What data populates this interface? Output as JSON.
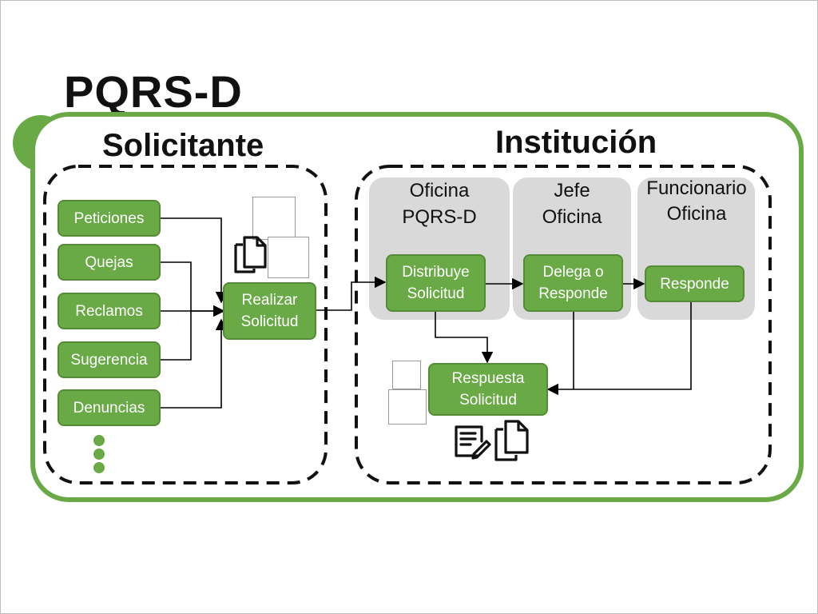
{
  "title": "PQRS-D",
  "sections": {
    "solicitante": "Solicitante",
    "institucion": "Institución"
  },
  "columns": {
    "oficina": [
      "Oficina",
      "PQRS-D"
    ],
    "jefe": [
      "Jefe",
      "Oficina"
    ],
    "funcionario": [
      "Funcionario",
      "Oficina"
    ]
  },
  "request_types": [
    "Peticiones",
    "Quejas",
    "Reclamos",
    "Sugerencia",
    "Denuncias"
  ],
  "steps": {
    "realizar": [
      "Realizar",
      "Solicitud"
    ],
    "distribuye": [
      "Distribuye",
      "Solicitud"
    ],
    "delega": [
      "Delega o",
      "Responde"
    ],
    "responde": "Responde",
    "respuesta": [
      "Respuesta",
      "Solicitud"
    ]
  },
  "icons": {
    "documents": "documents-icon",
    "edit_document": "edit-document-icon"
  },
  "colors": {
    "node_green": "#6aaa46",
    "panel_grey": "#d9d9d9"
  }
}
